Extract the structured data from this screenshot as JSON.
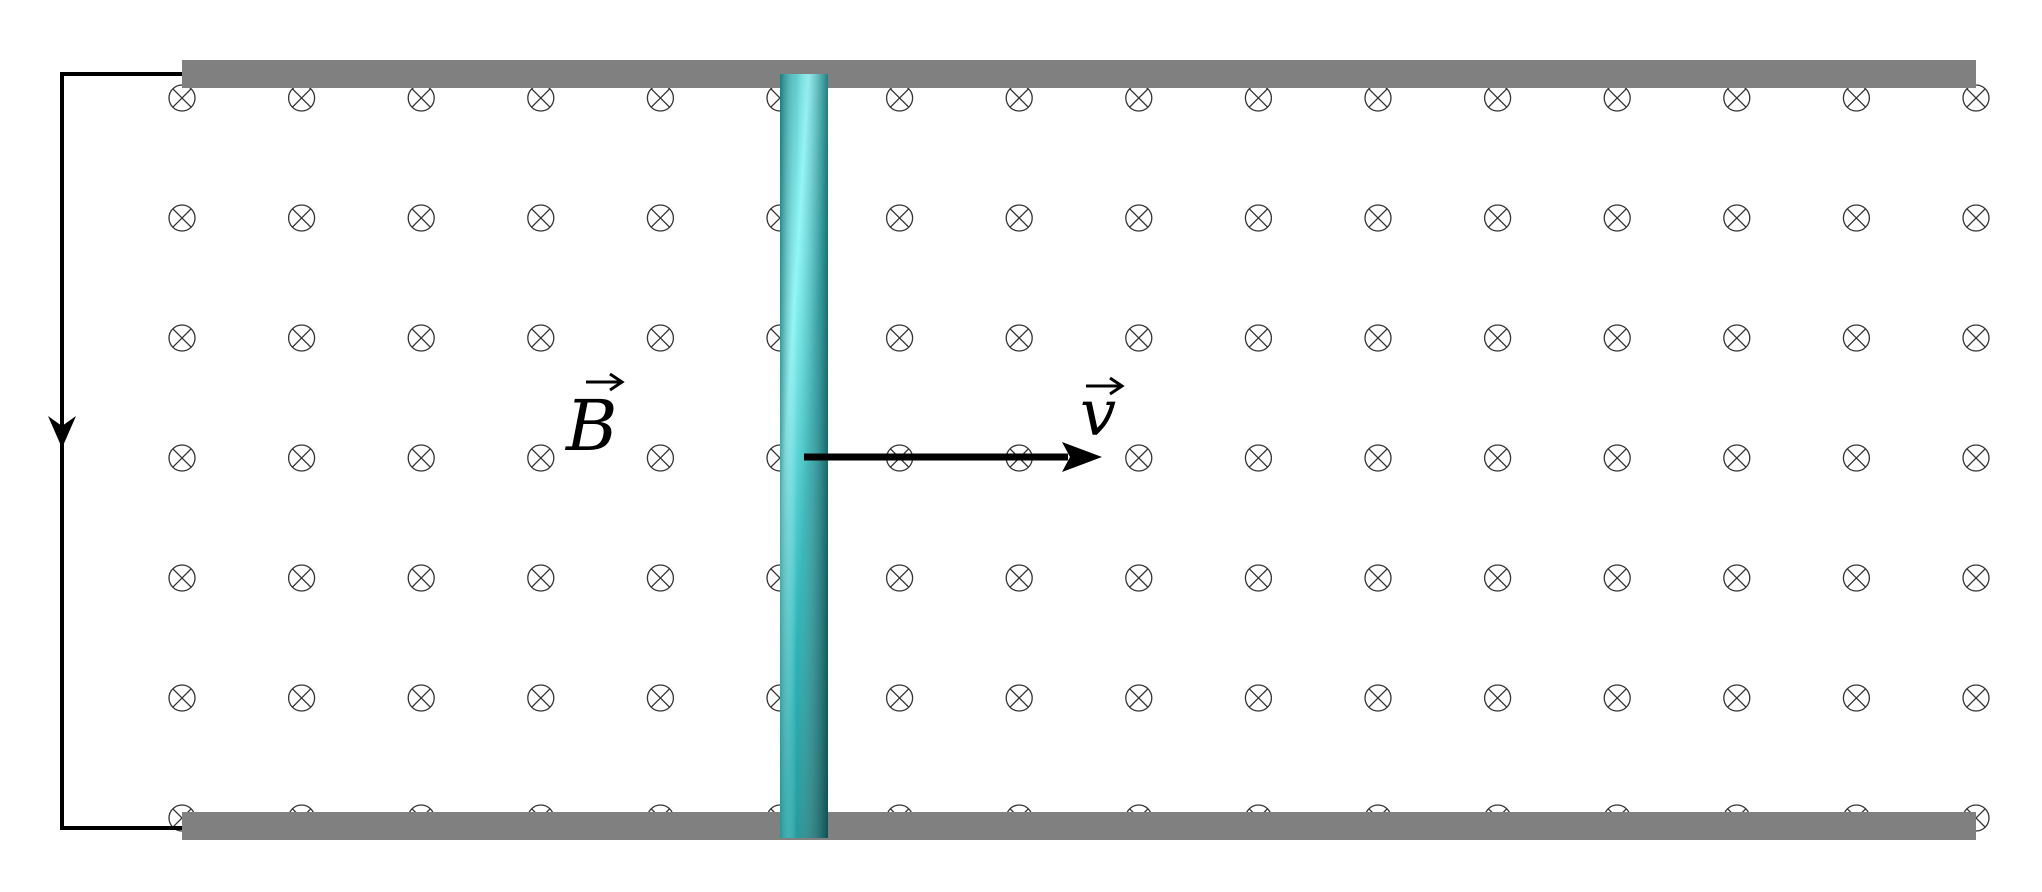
{
  "diagram": {
    "field_label": "B",
    "velocity_label": "v",
    "field_symbol": "cross-into-page-icon",
    "field_grid": {
      "columns": 16,
      "rows": 7
    },
    "colors": {
      "rail": "#808080",
      "rod": "#2bb3b6",
      "rod_highlight": "#8ff7f7",
      "rod_shadow": "#0e5a5c",
      "wire": "#000000",
      "field_symbol": "#333333"
    }
  }
}
